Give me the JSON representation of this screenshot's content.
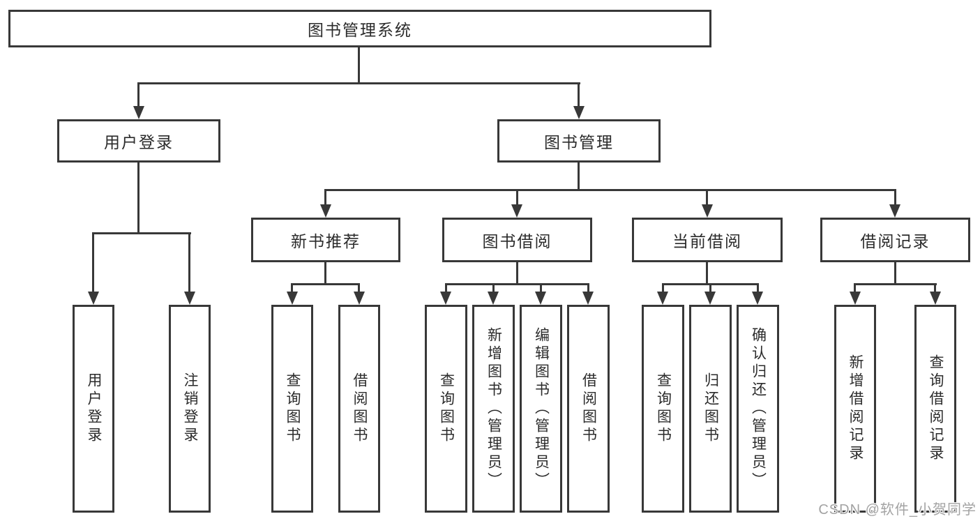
{
  "diagram_type": "hierarchy-tree",
  "root": {
    "label": "图书管理系统"
  },
  "branches": [
    {
      "label": "用户登录",
      "children": [
        {
          "label": "用户登录"
        },
        {
          "label": "注销登录"
        }
      ]
    },
    {
      "label": "图书管理",
      "children": [
        {
          "label": "新书推荐",
          "children": [
            {
              "label": "查询图书"
            },
            {
              "label": "借阅图书"
            }
          ]
        },
        {
          "label": "图书借阅",
          "children": [
            {
              "label": "查询图书"
            },
            {
              "label": "新增图书（管理员）"
            },
            {
              "label": "编辑图书（管理员）"
            },
            {
              "label": "借阅图书"
            }
          ]
        },
        {
          "label": "当前借阅",
          "children": [
            {
              "label": "查询图书"
            },
            {
              "label": "归还图书"
            },
            {
              "label": "确认归还（管理员）"
            }
          ]
        },
        {
          "label": "借阅记录",
          "children": [
            {
              "label": "新增借阅记录"
            },
            {
              "label": "查询借阅记录"
            }
          ]
        }
      ]
    }
  ],
  "watermark": {
    "text": "CSDN @软件_小贺同学"
  },
  "colors": {
    "line": "#383838",
    "text": "#2b2b2b",
    "background": "#ffffff",
    "box_fill": "#ffffff",
    "watermark": "#a3a3a3"
  }
}
